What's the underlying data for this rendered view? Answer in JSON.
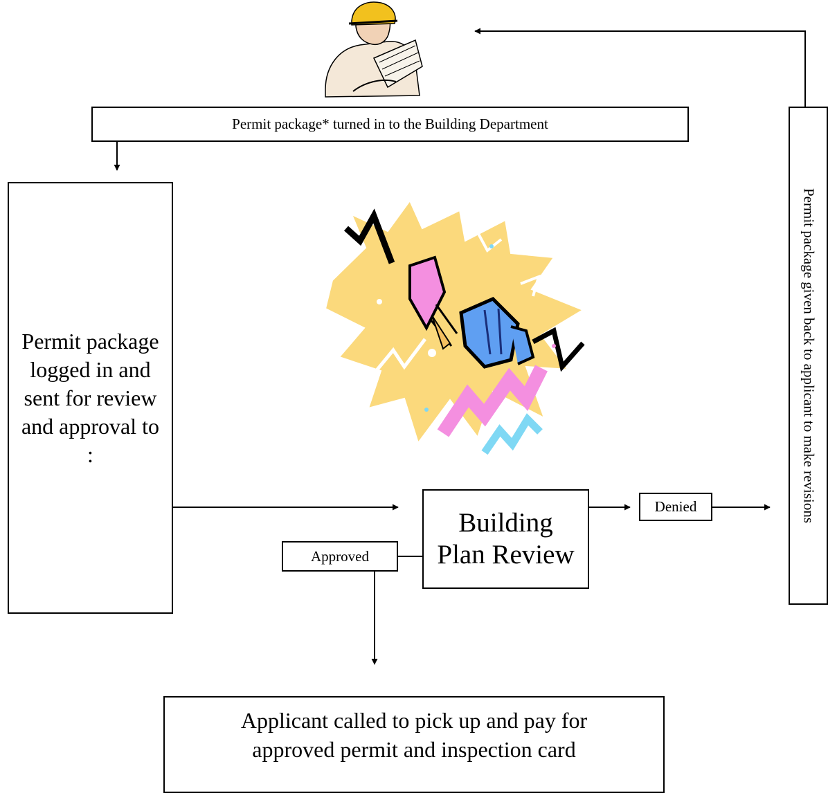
{
  "top_box": {
    "text": "Permit package* turned in to the Building Department"
  },
  "left_box": {
    "text": "Permit package logged in and sent for review and approval to :"
  },
  "review_box": {
    "line1": "Building",
    "line2": "Plan Review"
  },
  "denied_box": {
    "text": "Denied"
  },
  "approved_box": {
    "text": "Approved"
  },
  "right_box": {
    "text": "Permit package given back to applicant to make revisions"
  },
  "bottom_box": {
    "line1": "Applicant called to pick up and pay for",
    "line2": "approved permit and inspection card"
  },
  "images": {
    "top": "engineer-clipart",
    "center": "electric-plug-clipart"
  }
}
